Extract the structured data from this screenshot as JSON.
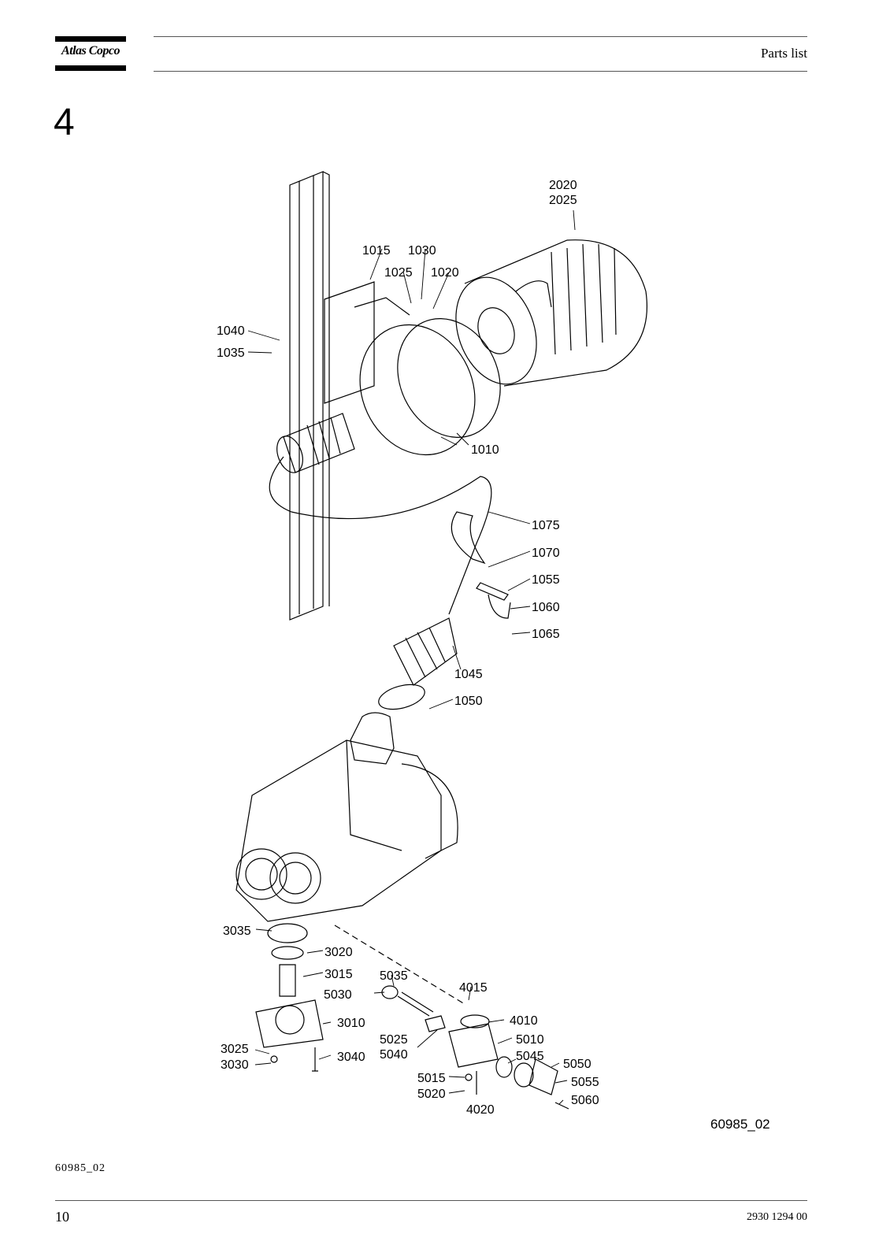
{
  "header": {
    "brand": "Atlas Copco",
    "title": "Parts list"
  },
  "section_number": "4",
  "drawing": {
    "callouts": [
      "2020",
      "2025",
      "1015",
      "1030",
      "1025",
      "1020",
      "1040",
      "1035",
      "1010",
      "1075",
      "1070",
      "1055",
      "1060",
      "1065",
      "1045",
      "1050",
      "3035",
      "3020",
      "3015",
      "5035",
      "4015",
      "5030",
      "4010",
      "3010",
      "5025",
      "5040",
      "5010",
      "5045",
      "3025",
      "3030",
      "3040",
      "5050",
      "5015",
      "5055",
      "5020",
      "4020",
      "5060"
    ],
    "drawing_id": "60985_02"
  },
  "footer": {
    "figure_ref": "60985_02",
    "page_number": "10",
    "doc_number": "2930 1294 00"
  }
}
